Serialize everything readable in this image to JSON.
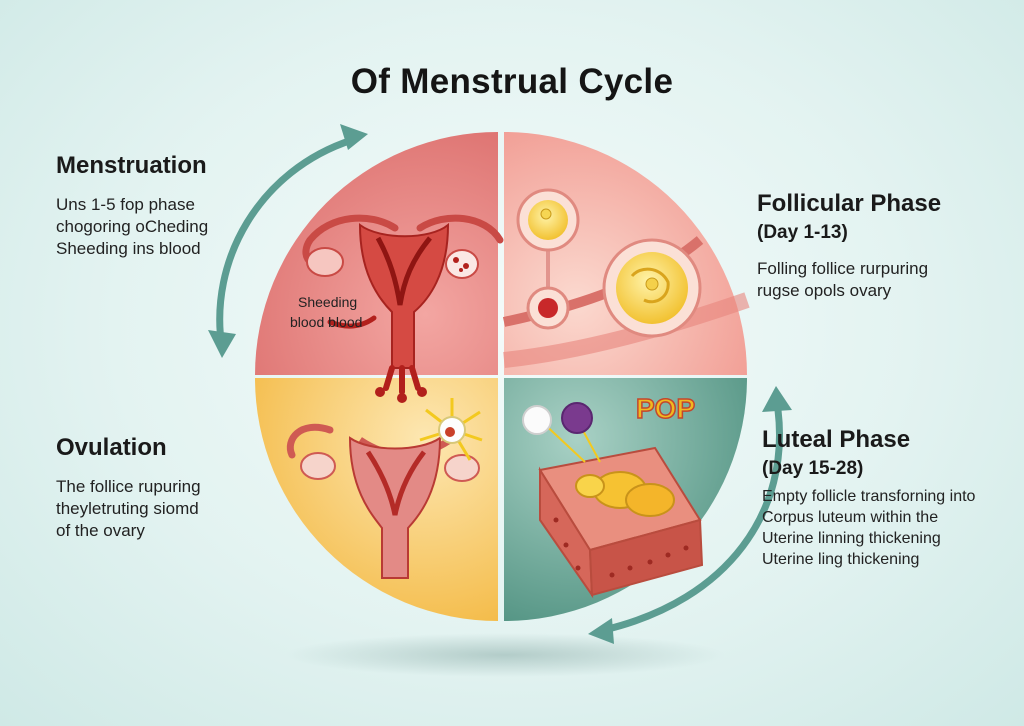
{
  "title": "Of Menstrual Cycle",
  "phases": {
    "menstruation": {
      "name": "Menstruation",
      "lines": [
        "Uns 1-5 fop phase",
        "chogoring oCheding",
        "Sheeding ins blood"
      ]
    },
    "follicular": {
      "name": "Follicular Phase",
      "days": "(Day 1-13)",
      "lines": [
        "Folling follice rurpuring",
        "rugse opols ovary"
      ]
    },
    "ovulation": {
      "name": "Ovulation",
      "lines": [
        "The follice rupuring",
        "theyletruting siomd",
        "of the ovary"
      ]
    },
    "luteal": {
      "name": "Luteal Phase",
      "days": "(Day 15-28)",
      "lines": [
        "Empty follicle transforning into",
        "Corpus luteum within the",
        "Uterine linning thickening",
        "Uterine ling thickening"
      ]
    }
  },
  "labels": {
    "shedding_1": "Sheeding",
    "shedding_2": "blood blood",
    "pop": "POP"
  },
  "colors": {
    "menstruation": "#e37a78",
    "follicular": "#f1aaa0",
    "ovulation": "#f6c24d",
    "luteal": "#5b9c8b",
    "arrow": "#5c9d92",
    "uterus": "#c0332e"
  }
}
